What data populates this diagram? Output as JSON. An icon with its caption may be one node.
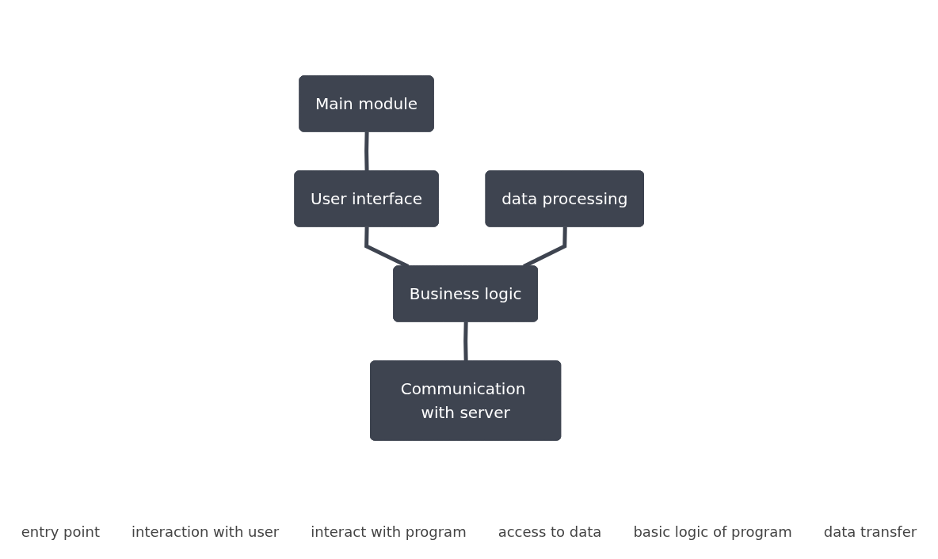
{
  "diagram": {
    "nodes": [
      {
        "text": [
          "Main module"
        ]
      },
      {
        "text": [
          "User interface"
        ]
      },
      {
        "text": [
          "data processing"
        ]
      },
      {
        "text": [
          "Business logic"
        ]
      },
      {
        "text": [
          "Communication with server"
        ]
      }
    ],
    "edges": [
      {
        "from": 0,
        "to": 1,
        "arrow": "none"
      },
      {
        "from": 1,
        "to": 3,
        "arrow": "none"
      },
      {
        "from": 2,
        "to": 3,
        "arrow": "none"
      },
      {
        "from": 3,
        "to": 4,
        "arrow": "none"
      }
    ],
    "labels": [
      "entry point",
      "interaction with user",
      "interact with program",
      "access to data",
      "basic logic of program",
      "data transfer"
    ]
  }
}
